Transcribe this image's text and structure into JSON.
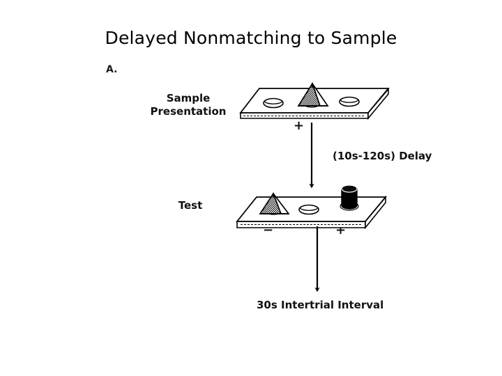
{
  "figure": {
    "title": "Delayed Nonmatching to Sample",
    "panel_label": "A.",
    "background_color": "#ffffff",
    "ink_color": "#000000"
  },
  "stages": [
    {
      "id": "sample-presentation",
      "label": "Sample\nPresentation",
      "tray": {
        "wells": [
          {
            "position": "left",
            "content": "empty-well",
            "reward_sign": ""
          },
          {
            "position": "center",
            "content": "pyramid-object",
            "reward_sign": "+"
          },
          {
            "position": "right",
            "content": "empty-well",
            "reward_sign": ""
          }
        ]
      }
    },
    {
      "id": "test",
      "label": "Test",
      "tray": {
        "wells": [
          {
            "position": "left",
            "content": "pyramid-object",
            "reward_sign": "−"
          },
          {
            "position": "center",
            "content": "empty-well",
            "reward_sign": ""
          },
          {
            "position": "right",
            "content": "cylinder-object",
            "reward_sign": "+"
          }
        ]
      }
    }
  ],
  "transitions": [
    {
      "id": "delay",
      "text": "(10s-120s) Delay",
      "arrow": "down-arrow-icon"
    },
    {
      "id": "intertrial-interval",
      "text": "30s Intertrial Interval",
      "arrow": "down-arrow-icon"
    }
  ],
  "signs": {
    "sample_center_plus": "+",
    "test_left_minus": "−",
    "test_right_plus": "+"
  },
  "objects": {
    "pyramid": {
      "name": "pyramid-object",
      "fill": "stippled-gray",
      "fill_color": "#808080",
      "outline_color": "#000000"
    },
    "cylinder": {
      "name": "cylinder-object",
      "fill_color": "#000000",
      "outline_color": "#000000"
    },
    "tray": {
      "name": "tray",
      "fill_color": "#ffffff",
      "outline_color": "#000000"
    }
  }
}
